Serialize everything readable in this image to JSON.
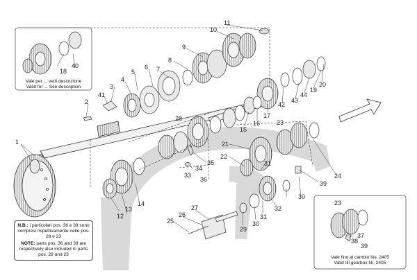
{
  "part_numbers": [
    "1",
    "2",
    "3",
    "4",
    "5",
    "6",
    "7",
    "8",
    "9",
    "10",
    "11",
    "12",
    "13",
    "14",
    "15",
    "16",
    "17",
    "18",
    "19",
    "20",
    "21",
    "22",
    "23",
    "24",
    "25",
    "26",
    "27",
    "28",
    "29",
    "30",
    "31",
    "32",
    "33",
    "34",
    "35",
    "36",
    "37",
    "38",
    "39",
    "40",
    "41",
    "42",
    "43",
    "44"
  ],
  "callouts": {
    "n11": "11",
    "n10": "10",
    "n9": "9",
    "n8": "8",
    "n7": "7",
    "n6": "6",
    "n5": "5",
    "n4": "4",
    "n3": "3",
    "n41": "41",
    "n2": "2",
    "n1": "1",
    "n18": "18",
    "n40": "40",
    "n28": "28",
    "n42": "42",
    "n43": "43",
    "n44": "44",
    "n19": "19",
    "n20": "20",
    "n15": "15",
    "n16": "16",
    "n17": "17",
    "n23a": "23",
    "n21": "21",
    "n22": "22",
    "n31a": "31",
    "n24": "24",
    "n39a": "39",
    "n34": "34",
    "n35": "35",
    "n33": "33",
    "n36": "36",
    "n12": "12",
    "n13": "13",
    "n14": "14",
    "n27": "27",
    "n26": "26",
    "n25": "25",
    "n29": "29",
    "n30a": "30",
    "n30b": "30",
    "n31b": "31",
    "n32": "32",
    "n23b": "23",
    "n37": "37",
    "n38": "38",
    "n39b": "39"
  },
  "inset_top_left": {
    "line1": "Vale per ... vedi descrizione",
    "line2": "Valid for ... See description"
  },
  "note_box": {
    "it_label": "N.B.:",
    "it_text": " i particolari pos. 36 e 39 sono compresi rispettivamente nelle pos. 28 e 23",
    "en_label": "NOTE:",
    "en_text": " parts pos. 36 and 39 are respectively also included in parts pos. 28 and 23"
  },
  "inset_bottom_right": {
    "line1": "Vale fino al cambio No. 2405",
    "line2": "Valid till gearbox Nr. 2405"
  },
  "colors": {
    "line": "#333333",
    "gear_fill": "#dcdcdc",
    "gear_dark": "#9a9a9a",
    "watermark": "#d6d6d6"
  }
}
